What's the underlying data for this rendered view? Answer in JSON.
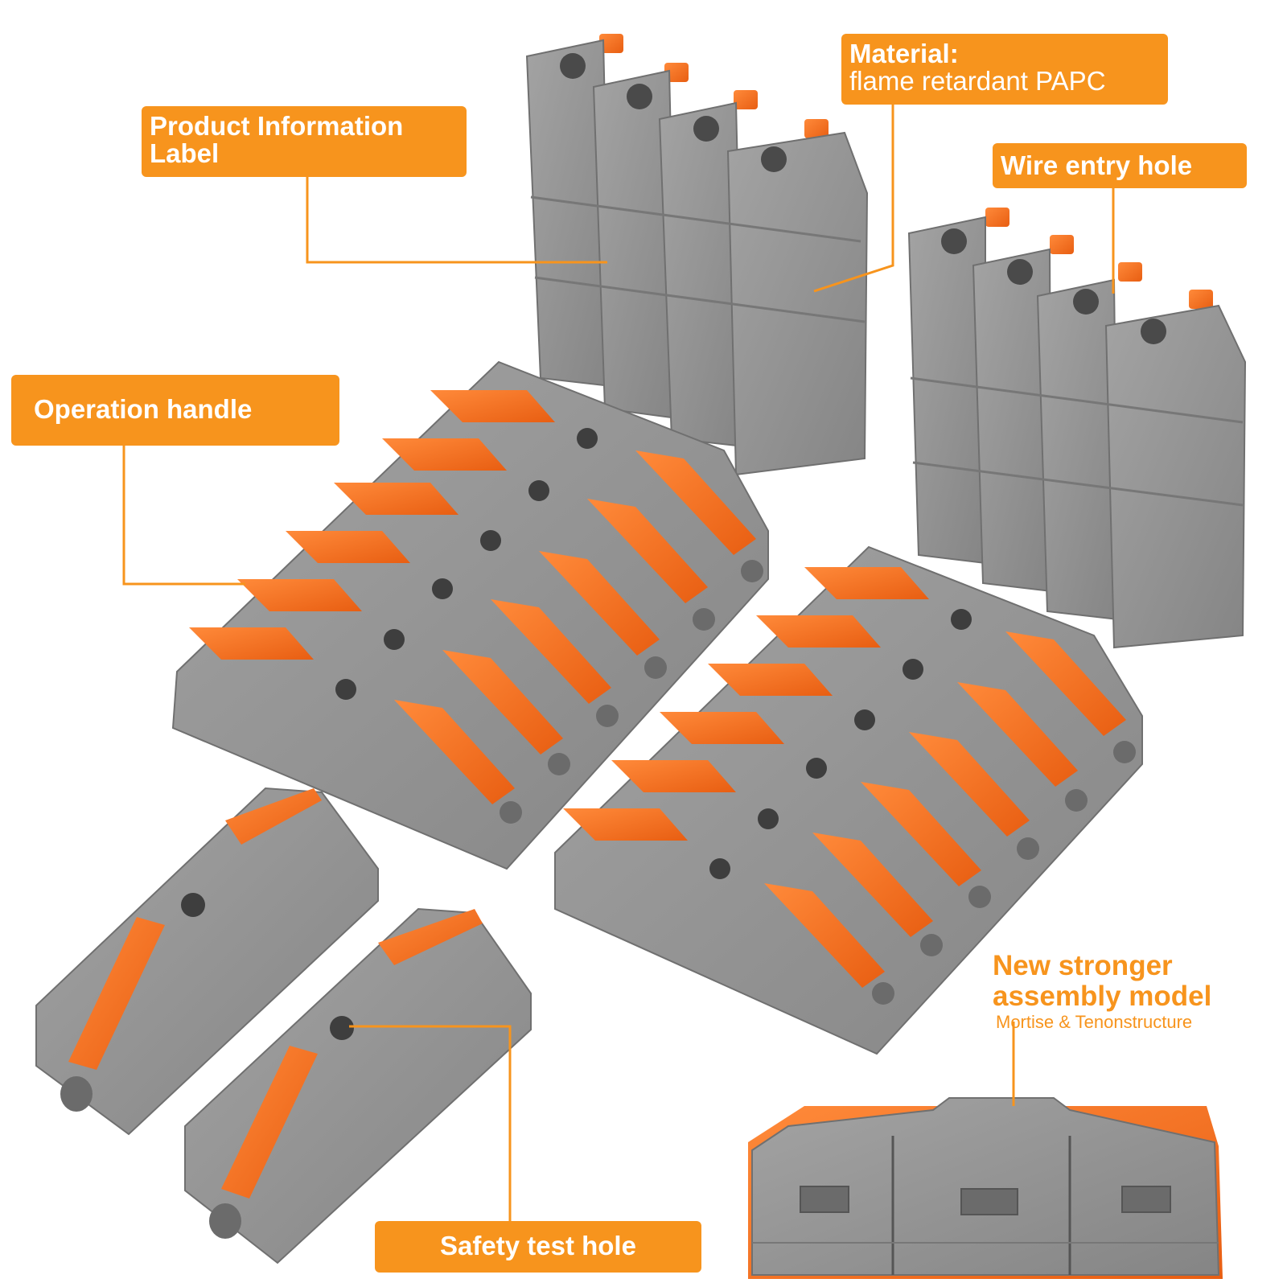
{
  "labels": {
    "product_info_line1": "Product Information",
    "product_info_line2": "Label",
    "material_title": "Material:",
    "material_value": "flame retardant PAPC",
    "wire_entry": "Wire entry hole",
    "operation_handle": "Operation handle",
    "safety_test": "Safety test hole",
    "assembly_line1": "New stronger",
    "assembly_line2": "assembly model",
    "assembly_sub": "Mortise & Tenonstructure"
  },
  "colors": {
    "accent": "#f7941d",
    "connector_body": "#8f8f8f",
    "connector_dark": "#6e6e6e",
    "lever": "#f26b21"
  }
}
